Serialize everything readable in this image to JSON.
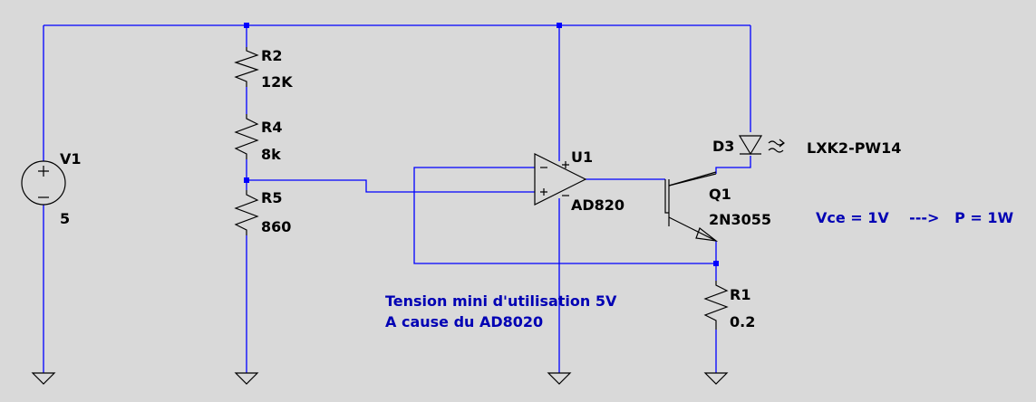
{
  "colors": {
    "background": "#d9d9d9",
    "wire": "#0000ff",
    "component": "#000000",
    "note": "#0000b4"
  },
  "components": {
    "v1": {
      "name": "V1",
      "value": "5",
      "icon": "voltage-source-icon"
    },
    "r2": {
      "name": "R2",
      "value": "12K",
      "icon": "resistor-icon"
    },
    "r4": {
      "name": "R4",
      "value": "8k",
      "icon": "resistor-icon"
    },
    "r5": {
      "name": "R5",
      "value": "860",
      "icon": "resistor-icon"
    },
    "u1": {
      "name": "U1",
      "value": "AD820",
      "icon": "op-amp-icon"
    },
    "q1": {
      "name": "Q1",
      "value": "2N3055",
      "icon": "npn-transistor-icon"
    },
    "d3": {
      "name": "D3",
      "value": "LXK2-PW14",
      "icon": "led-icon"
    },
    "r1": {
      "name": "R1",
      "value": "0.2",
      "icon": "resistor-icon"
    }
  },
  "annotations": {
    "power_note": "Vce = 1V    --->   P = 1W",
    "note_line1": "Tension mini d'utilisation 5V",
    "note_line2": "A cause du AD8020"
  }
}
